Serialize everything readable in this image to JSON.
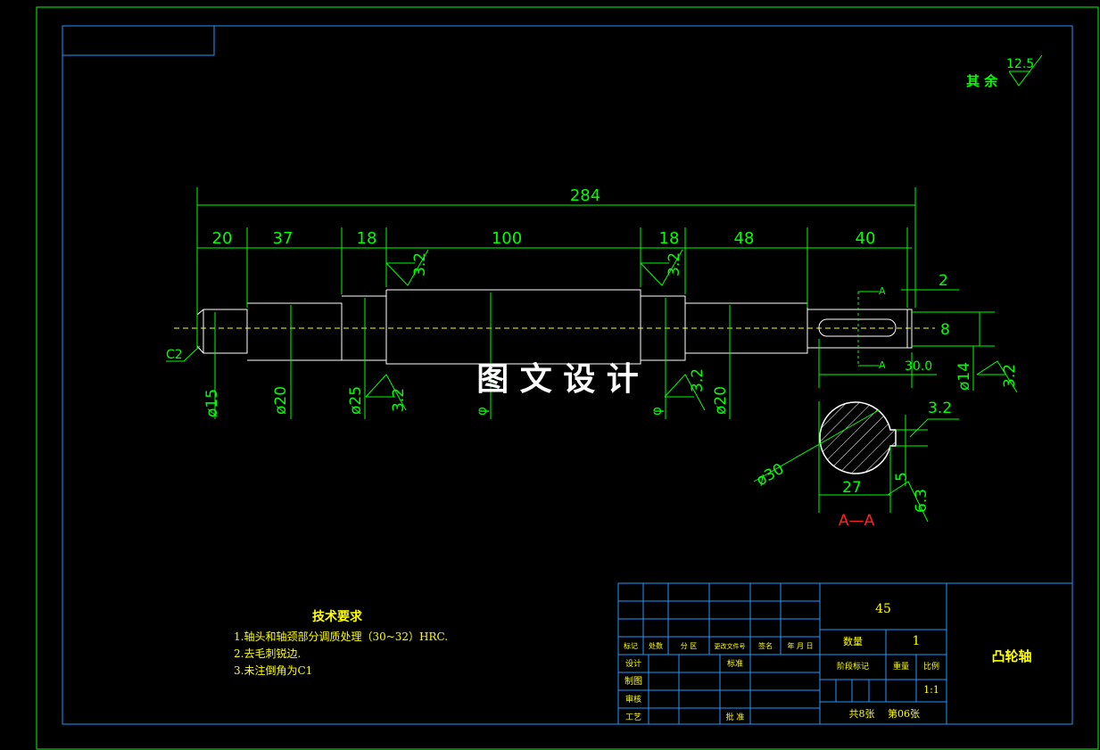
{
  "watermark": "图 文 设 计",
  "roughness": {
    "prefix": "其 余",
    "value": "12.5"
  },
  "dimensions": {
    "overall_length": "284",
    "segment_lengths": [
      "20",
      "37",
      "18",
      "100",
      "18",
      "48",
      "40"
    ],
    "chamfer": "C2",
    "diameters": [
      "ø15",
      "ø20",
      "ø25",
      "ø20",
      "ø14"
    ],
    "partial_diameter_marks": [
      "φ",
      "φ"
    ],
    "roughness_marks": [
      "3.2",
      "3.2",
      "3.2",
      "3.2",
      "3.2",
      "3.2",
      "6.3"
    ],
    "keyway_offset": "2",
    "keyway_width": "8",
    "keyway_length": "30.0",
    "section_marker": "A",
    "section_diameter": "ø30",
    "section_depth": "27",
    "section_key_width": "5",
    "section_title": "A—A"
  },
  "tech_requirements": {
    "title": "技术要求",
    "items": [
      "1.轴头和轴颈部分调质处理（30~32）HRC.",
      "2.去毛刺锐边.",
      "3.未注倒角为C1"
    ]
  },
  "title_block": {
    "material": "45",
    "qty_label": "数量",
    "qty": "1",
    "part_name": "凸轮轴",
    "row_labels": [
      "标记",
      "处数",
      "分 区",
      "更改文件号",
      "签名",
      "年 月 日"
    ],
    "design": "设计",
    "standard": "标准",
    "drawing": "制图",
    "review": "审核",
    "process": "工艺",
    "approve": "批 准",
    "stage_mark": "阶段标记",
    "weight": "重量",
    "scale_label": "比例",
    "scale": "1:1",
    "sheets": "共8张",
    "sheet_no": "第06张"
  }
}
